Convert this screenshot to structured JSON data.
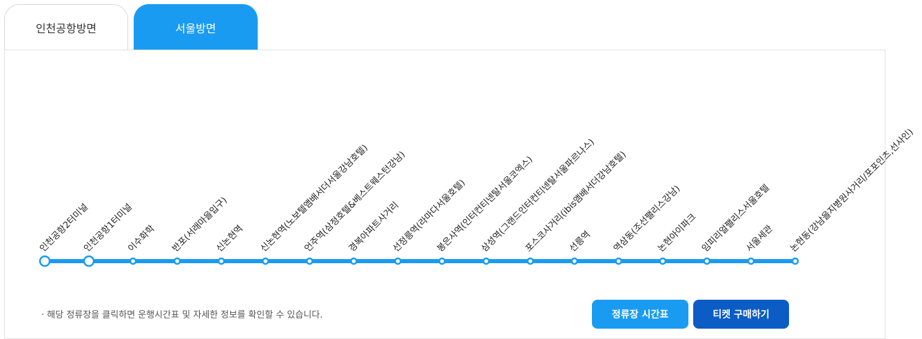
{
  "tabs": [
    {
      "label": "인천공항방면",
      "active": false
    },
    {
      "label": "서울방면",
      "active": true
    }
  ],
  "route": {
    "line_color": "#1a9bf2",
    "stops": [
      {
        "name": "인천공항2터미널",
        "terminal": true
      },
      {
        "name": "인천공항1터미널",
        "terminal": true
      },
      {
        "name": "이수화학",
        "terminal": false
      },
      {
        "name": "반포(서래마을입구)",
        "terminal": false
      },
      {
        "name": "신논현역",
        "terminal": false
      },
      {
        "name": "신논현역(노보텔앰배서더서울강남호텔)",
        "terminal": false
      },
      {
        "name": "언주역(삼정호텔&베스트웨스턴강남)",
        "terminal": false
      },
      {
        "name": "경복아파트사거리",
        "terminal": false
      },
      {
        "name": "선정릉역(라마다서울호텔)",
        "terminal": false
      },
      {
        "name": "봉은사역(인터컨티넨탈서울코엑스)",
        "terminal": false
      },
      {
        "name": "삼성역(그랜드인터컨티넨탈서울파르나스)",
        "terminal": false
      },
      {
        "name": "포스코사거리(ibis앰배서더강남호텔)",
        "terminal": false
      },
      {
        "name": "선릉역",
        "terminal": false
      },
      {
        "name": "역삼동(조선팰리스강남)",
        "terminal": false
      },
      {
        "name": "논현아이파크",
        "terminal": false
      },
      {
        "name": "임피리얼팰리스서울호텔",
        "terminal": false
      },
      {
        "name": "서울세관",
        "terminal": false
      },
      {
        "name": "논현동(강남을지병원사거리/포포인츠,선사인)",
        "terminal": false
      }
    ]
  },
  "notice": "해당 정류장을 클릭하면 운행시간표 및 자세한 정보를 확인할 수 있습니다.",
  "buttons": {
    "timetable": "정류장 시간표",
    "ticket": "티켓 구매하기"
  }
}
